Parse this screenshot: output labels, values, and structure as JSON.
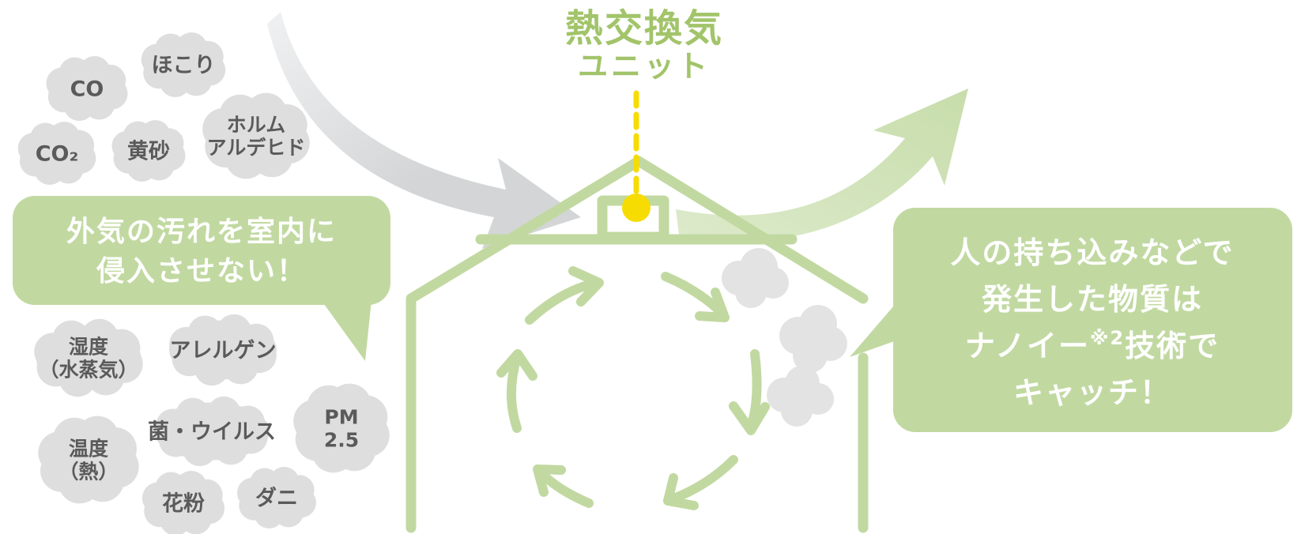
{
  "unit_label": {
    "line1": "熱交換気",
    "line2": "ユニット"
  },
  "left_bubble": {
    "line1": "外気の汚れを室内に",
    "line2": "侵入させない！"
  },
  "right_bubble": {
    "line1": "人の持ち込みなどで",
    "line2": "発生した物質は",
    "line3_main": "ナノイー",
    "line3_sup": "※2",
    "line3_end": "技術で",
    "line4": "キャッチ！"
  },
  "pollutants_top": [
    {
      "lines": [
        "CO"
      ]
    },
    {
      "lines": [
        "ほこり"
      ]
    },
    {
      "lines": [
        "CO₂"
      ]
    },
    {
      "lines": [
        "黄砂"
      ]
    },
    {
      "lines": [
        "ホルム",
        "アルデヒド"
      ]
    }
  ],
  "pollutants_bottom": [
    {
      "lines": [
        "湿度",
        "（水蒸気）"
      ]
    },
    {
      "lines": [
        "アレルゲン"
      ]
    },
    {
      "lines": [
        "PM",
        "2.5"
      ]
    },
    {
      "lines": [
        "菌・ウイルス"
      ]
    },
    {
      "lines": [
        "温度",
        "（熱）"
      ]
    },
    {
      "lines": [
        "花粉"
      ]
    },
    {
      "lines": [
        "ダニ"
      ]
    }
  ],
  "colors": {
    "green": "#a2c46a",
    "light_green": "#c1d9a1",
    "gray_cloud": "#dedede",
    "yellow": "#f6dc00",
    "arrow_gray": "#d3d5d6"
  }
}
